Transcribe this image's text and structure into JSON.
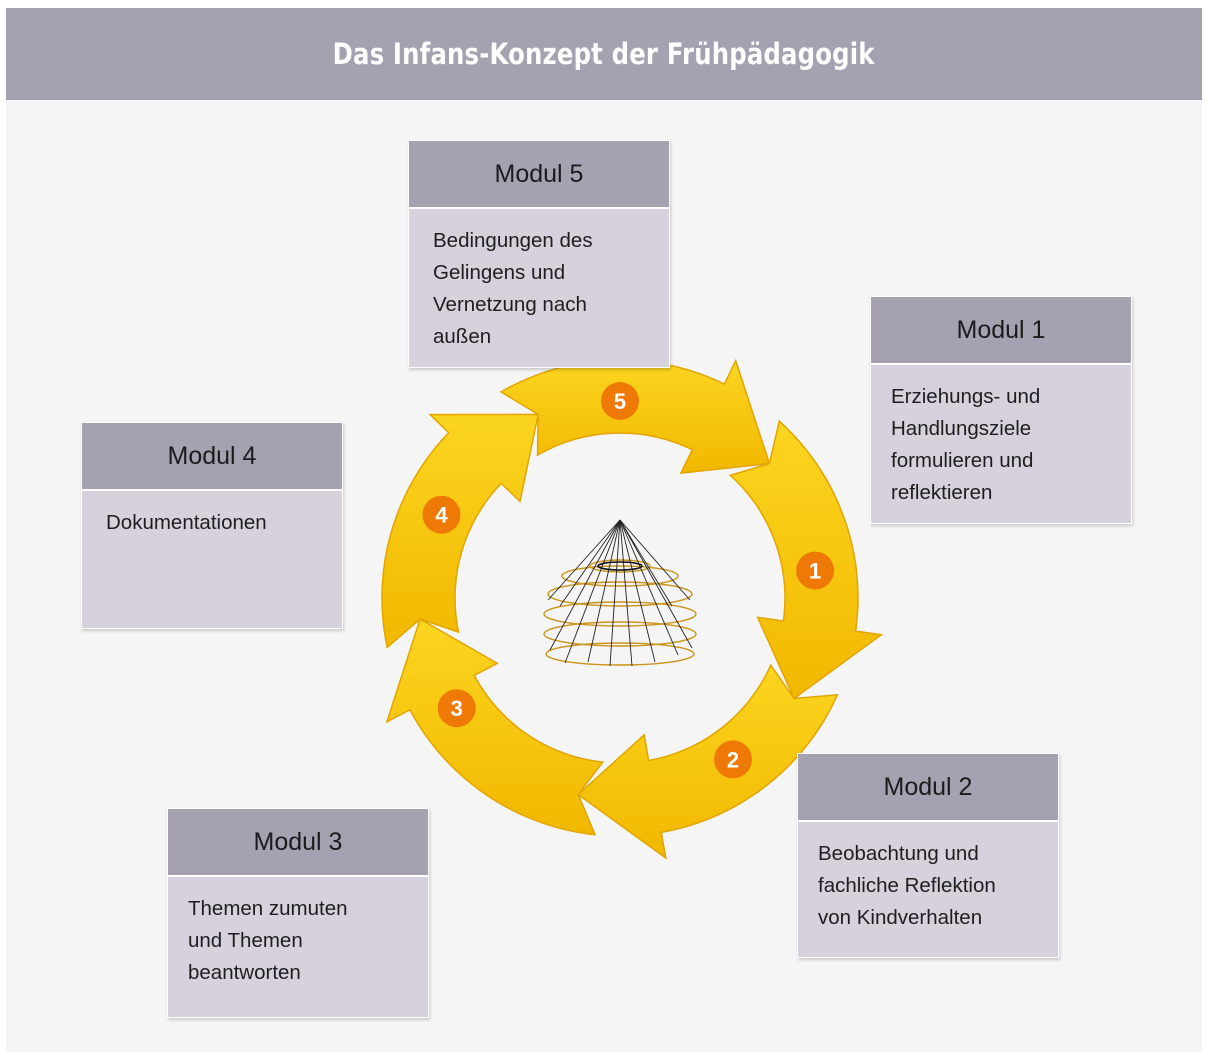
{
  "header": {
    "title": "Das Infans-Konzept der Frühpädagogik"
  },
  "colors": {
    "header_bg": "#a6a1b0",
    "panel_bg": "#d6d1dc",
    "arrow_yellow": "#f7c600",
    "number_circle": "#ee7a05"
  },
  "modules": [
    {
      "title": "Modul 1",
      "text": "Erziehungs- und\nHandlungsziele\nformulieren und\nreflektieren"
    },
    {
      "title": "Modul 2",
      "text": "Beobachtung und\nfachliche Reflektion\nvon Kindverhalten"
    },
    {
      "title": "Modul 3",
      "text": "Themen zumuten\nund Themen\nbeantworten"
    },
    {
      "title": "Modul 4",
      "text": "Dokumentationen"
    },
    {
      "title": "Modul 5",
      "text": "Bedingungen des\nGelingens und\nVernetzung nach\naußen"
    }
  ],
  "cycle": {
    "steps": [
      "1",
      "2",
      "3",
      "4",
      "5"
    ],
    "center_icon": "spiral-cone-icon"
  }
}
